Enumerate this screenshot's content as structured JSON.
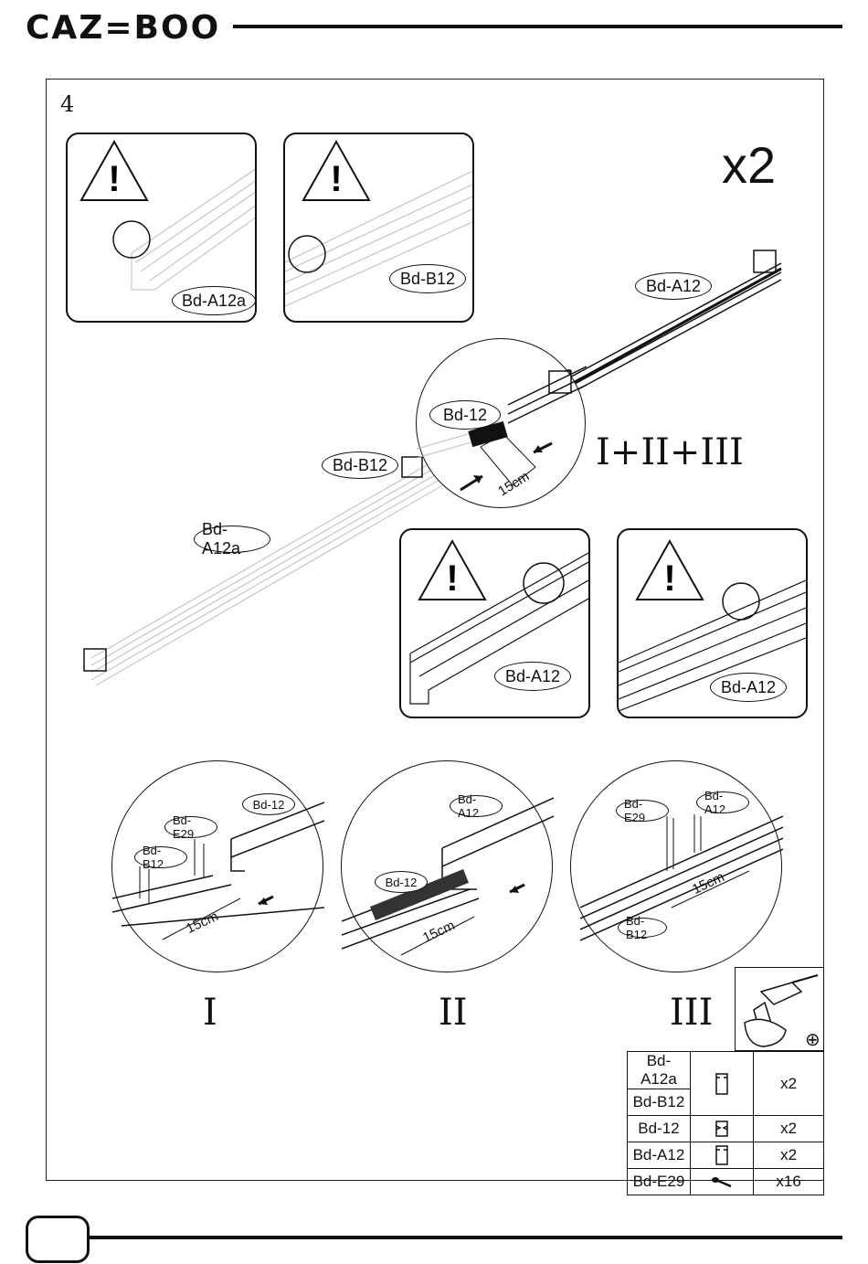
{
  "header": {
    "brand": "CAZ=BOO"
  },
  "step": {
    "number": "4",
    "multiplier": "x2",
    "sequence": "I+II+III"
  },
  "warning_panels": [
    {
      "label": "Bd-A12a"
    },
    {
      "label": "Bd-B12"
    },
    {
      "label": "Bd-A12"
    },
    {
      "label": "Bd-A12"
    }
  ],
  "main_diagram": {
    "labels": [
      "Bd-A12",
      "Bd-12",
      "Bd-B12",
      "Bd-A12a"
    ],
    "measurement": "15cm"
  },
  "detail_steps": [
    {
      "numeral": "I",
      "labels": [
        "Bd-12",
        "Bd-E29",
        "Bd-B12"
      ],
      "measurement": "15cm"
    },
    {
      "numeral": "II",
      "labels": [
        "Bd-A12",
        "Bd-12"
      ],
      "measurement": "15cm"
    },
    {
      "numeral": "III",
      "labels": [
        "Bd-E29",
        "Bd-A12",
        "Bd-B12"
      ],
      "measurement": "15cm"
    }
  ],
  "tool": {
    "icon": "drill-icon",
    "bit": "⊕"
  },
  "parts_table": {
    "rows": [
      {
        "code": "Bd-A12a",
        "icon": "channel-icon",
        "qty": "x2"
      },
      {
        "code": "Bd-B12",
        "icon": "channel-icon",
        "qty": ""
      },
      {
        "code": "Bd-12",
        "icon": "connector-icon",
        "qty": "x2"
      },
      {
        "code": "Bd-A12",
        "icon": "channel-icon",
        "qty": "x2"
      },
      {
        "code": "Bd-E29",
        "icon": "screw-icon",
        "qty": "x16"
      }
    ]
  }
}
